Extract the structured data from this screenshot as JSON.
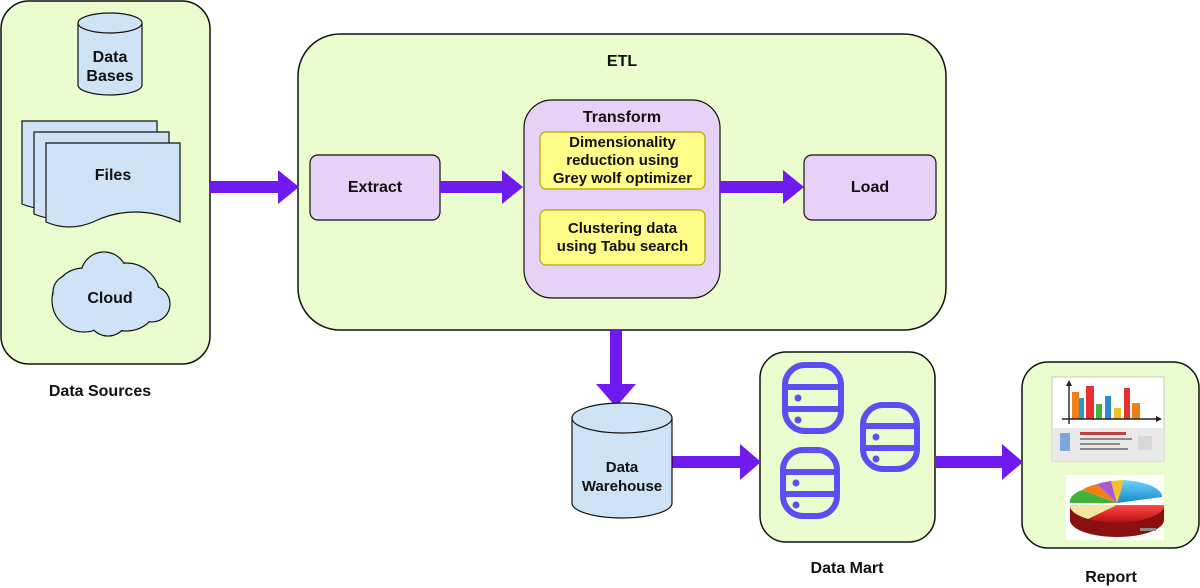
{
  "colors": {
    "panel_fill": "#ebfccf",
    "panel_stroke": "#111111",
    "step_fill": "#e6d2f7",
    "algo_fill": "#fffc88",
    "algo_stroke": "#b7a300",
    "arrow": "#6f1bf0",
    "store_fill": "#cfe3f7",
    "mart_icon": "#5b4ef3"
  },
  "sources": {
    "caption": "Data Sources",
    "databases": "Data\nBases",
    "files": "Files",
    "cloud": "Cloud"
  },
  "etl": {
    "title": "ETL",
    "extract": "Extract",
    "transform": "Transform",
    "algo1": "Dimensionality\nreduction using\nGrey wolf optimizer",
    "algo2": "Clustering data\nusing Tabu search",
    "load": "Load"
  },
  "warehouse": "Data\nWarehouse",
  "mart": {
    "caption": "Data Mart"
  },
  "report": {
    "caption": "Report"
  }
}
